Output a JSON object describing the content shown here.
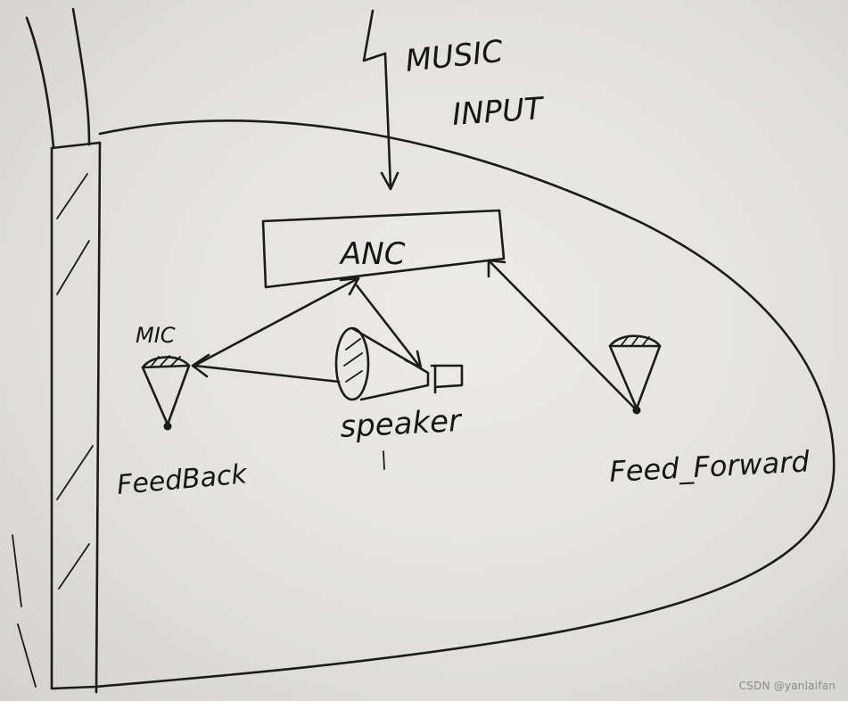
{
  "diagram": {
    "music_input_line1": "MUSIC",
    "music_input_line2": "INPUT",
    "anc_label": "ANC",
    "mic_label": "MIC",
    "speaker_label": "speaker",
    "feedback_label": "FeedBack",
    "feedforward_label": "Feed_Forward"
  },
  "watermark": "CSDN @yanlaifan"
}
